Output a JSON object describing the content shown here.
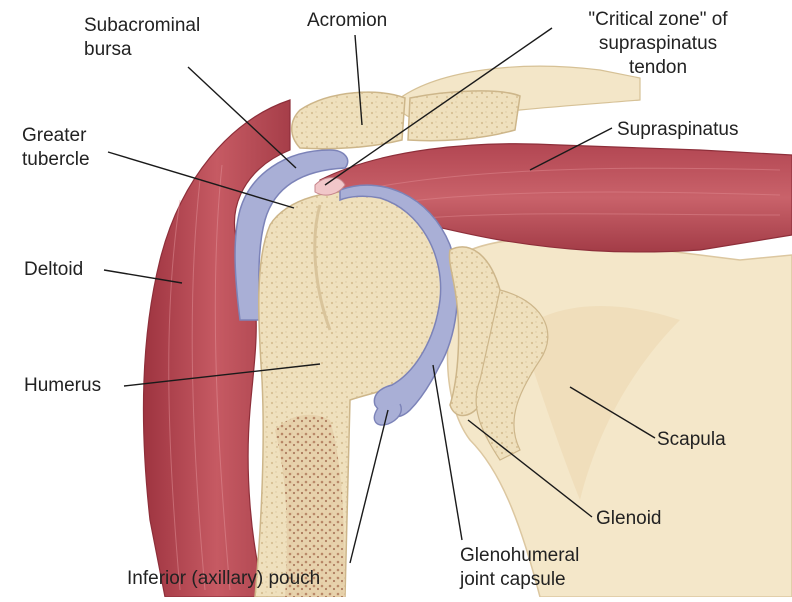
{
  "labels": {
    "subacromial_bursa": [
      "Subacrominal",
      "bursa"
    ],
    "acromion": "Acromion",
    "critical_zone": [
      "\"Critical zone\" of",
      "supraspinatus",
      "tendon"
    ],
    "greater_tubercle": [
      "Greater",
      "tubercle"
    ],
    "supraspinatus": "Supraspinatus",
    "deltoid": "Deltoid",
    "humerus": "Humerus",
    "scapula": "Scapula",
    "glenoid": "Glenoid",
    "inferior_pouch": "Inferior (axillary) pouch",
    "glenohumeral_capsule": [
      "Glenohumeral",
      "joint capsule"
    ]
  },
  "colors": {
    "muscle": "#b94a55",
    "muscle_dark": "#8e2f3a",
    "bone": "#efe0bd",
    "bone_edge": "#d9c49b",
    "marrow": "#c08c6a",
    "capsule": "#a9afd6",
    "capsule_edge": "#7c83b8",
    "scapula": "#f3e6c8",
    "leader": "#1a1a1a"
  }
}
